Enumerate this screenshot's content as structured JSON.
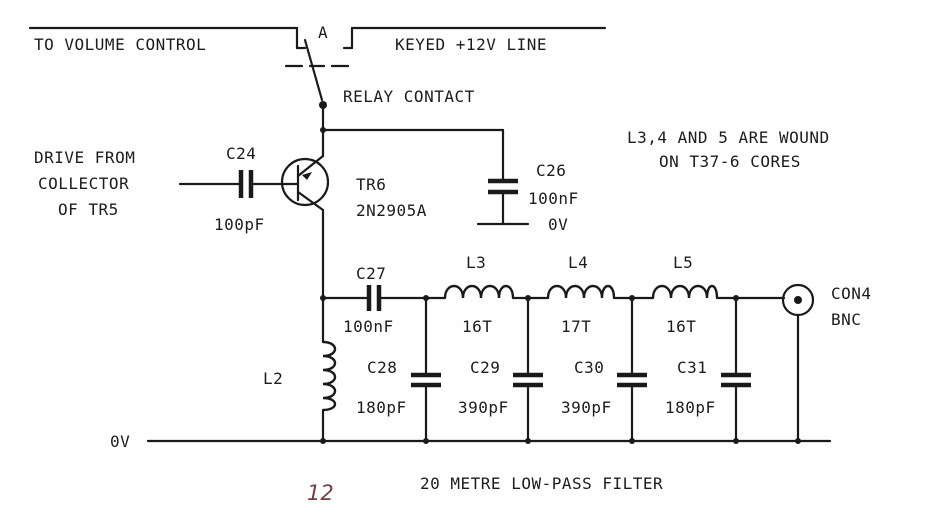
{
  "labels": {
    "to_volume_control": "TO VOLUME CONTROL",
    "keyed_line": "KEYED +12V LINE",
    "relay_a": "A",
    "relay_contact": "RELAY CONTACT",
    "cores_note_1": "L3,4 AND 5 ARE WOUND",
    "cores_note_2": "ON T37-6 CORES",
    "drive_1": "DRIVE FROM",
    "drive_2": "COLLECTOR",
    "drive_3": "OF TR5",
    "c24_name": "C24",
    "c24_value": "100pF",
    "tr6_name": "TR6",
    "tr6_type": "2N2905A",
    "c26_name": "C26",
    "c26_value": "100nF",
    "c26_ov": "0V",
    "c27_name": "C27",
    "c27_value": "100nF",
    "l3_name": "L3",
    "l3_turns": "16T",
    "l4_name": "L4",
    "l4_turns": "17T",
    "l5_name": "L5",
    "l5_turns": "16T",
    "con4_name": "CON4",
    "con4_type": "BNC",
    "l2_name": "L2",
    "c28_name": "C28",
    "c28_value": "180pF",
    "c29_name": "C29",
    "c29_value": "390pF",
    "c30_name": "C30",
    "c30_value": "390pF",
    "c31_name": "C31",
    "c31_value": "180pF",
    "ground": "0V",
    "title": "20 METRE LOW-PASS FILTER",
    "page_number": "12"
  }
}
